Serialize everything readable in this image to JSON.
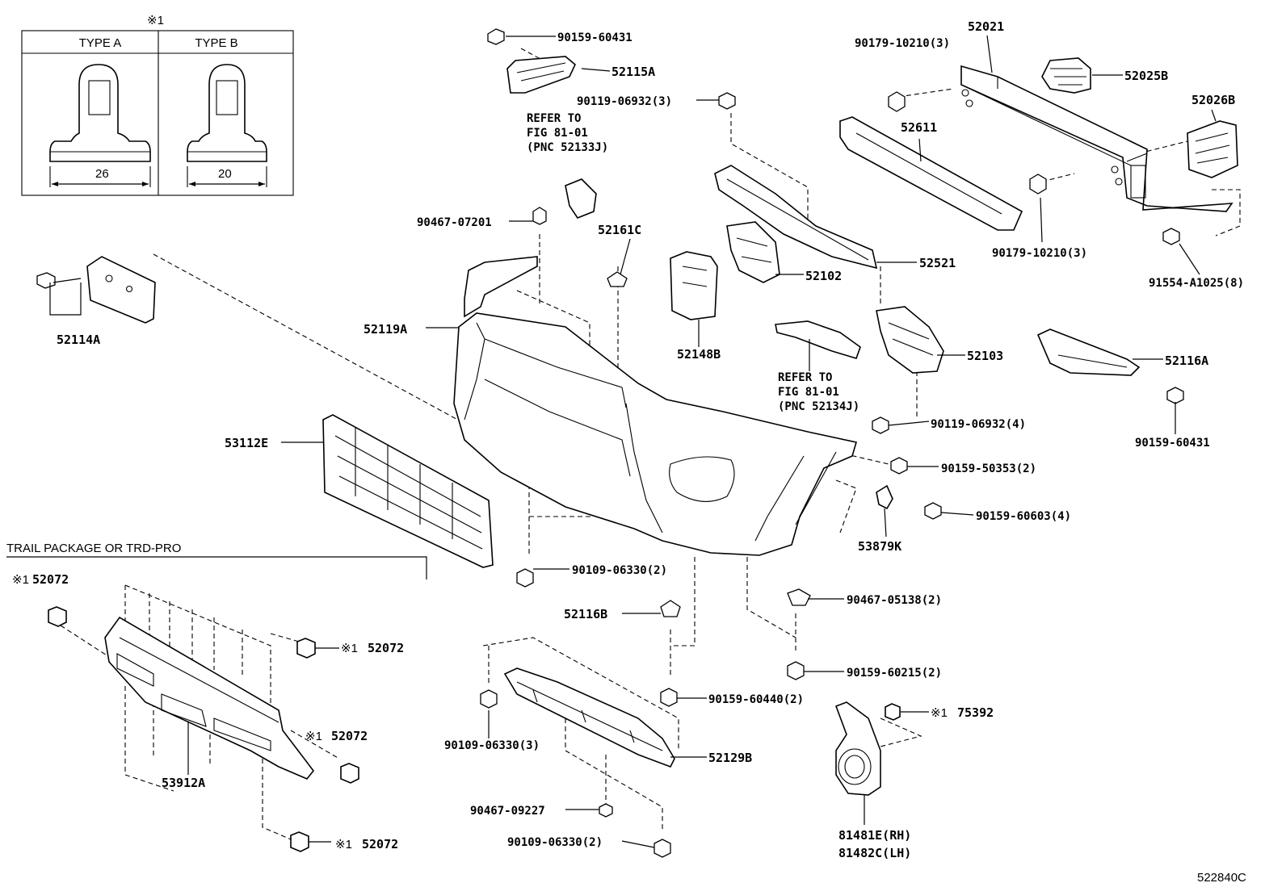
{
  "inset": {
    "note_mark": "※1",
    "type_a": {
      "label": "TYPE A",
      "dimension": "26"
    },
    "type_b": {
      "label": "TYPE B",
      "dimension": "20"
    }
  },
  "section_label": "TRAIL PACKAGE OR TRD-PRO",
  "figure_id": "522840C",
  "refer_notes": [
    {
      "line1": "REFER TO",
      "line2": "FIG 81-01",
      "line3": "(PNC 52133J)"
    },
    {
      "line1": "REFER TO",
      "line2": "FIG 81-01",
      "line3": "(PNC 52134J)"
    }
  ],
  "labels": {
    "p90159_60431_top": "90159-60431",
    "p52115A": "52115A",
    "p90119_06932_3": "90119-06932(3)",
    "p52021": "52021",
    "p90179_10210_3_top": "90179-10210(3)",
    "p52025B": "52025B",
    "p52026B": "52026B",
    "p52611": "52611",
    "p90179_10210_3_mid": "90179-10210(3)",
    "p91554_A1025_8": "91554-A1025(8)",
    "p90467_07201": "90467-07201",
    "p52161C": "52161C",
    "p52521": "52521",
    "p52102": "52102",
    "p52114A": "52114A",
    "p52119A": "52119A",
    "p52148B": "52148B",
    "p52103": "52103",
    "p52116A": "52116A",
    "p90159_60431_right": "90159-60431",
    "p90119_06932_4": "90119-06932(4)",
    "p53112E": "53112E",
    "p90159_50353_2": "90159-50353(2)",
    "p90159_60603_4": "90159-60603(4)",
    "p53879K": "53879K",
    "p90109_06330_2_mid": "90109-06330(2)",
    "p52072_a": "52072",
    "p52072_b": "52072",
    "p52072_c": "52072",
    "p52072_d": "52072",
    "p52116B": "52116B",
    "p90467_05138_2": "90467-05138(2)",
    "p90159_60215_2": "90159-60215(2)",
    "p90159_60440_2": "90159-60440(2)",
    "p53912A": "53912A",
    "p90109_06330_3": "90109-06330(3)",
    "p52129B": "52129B",
    "p75392": "75392",
    "p90467_09227": "90467-09227",
    "p90109_06330_2_bot": "90109-06330(2)",
    "p81481E_RH": "81481E(RH)",
    "p81482C_LH": "81482C(LH)"
  }
}
